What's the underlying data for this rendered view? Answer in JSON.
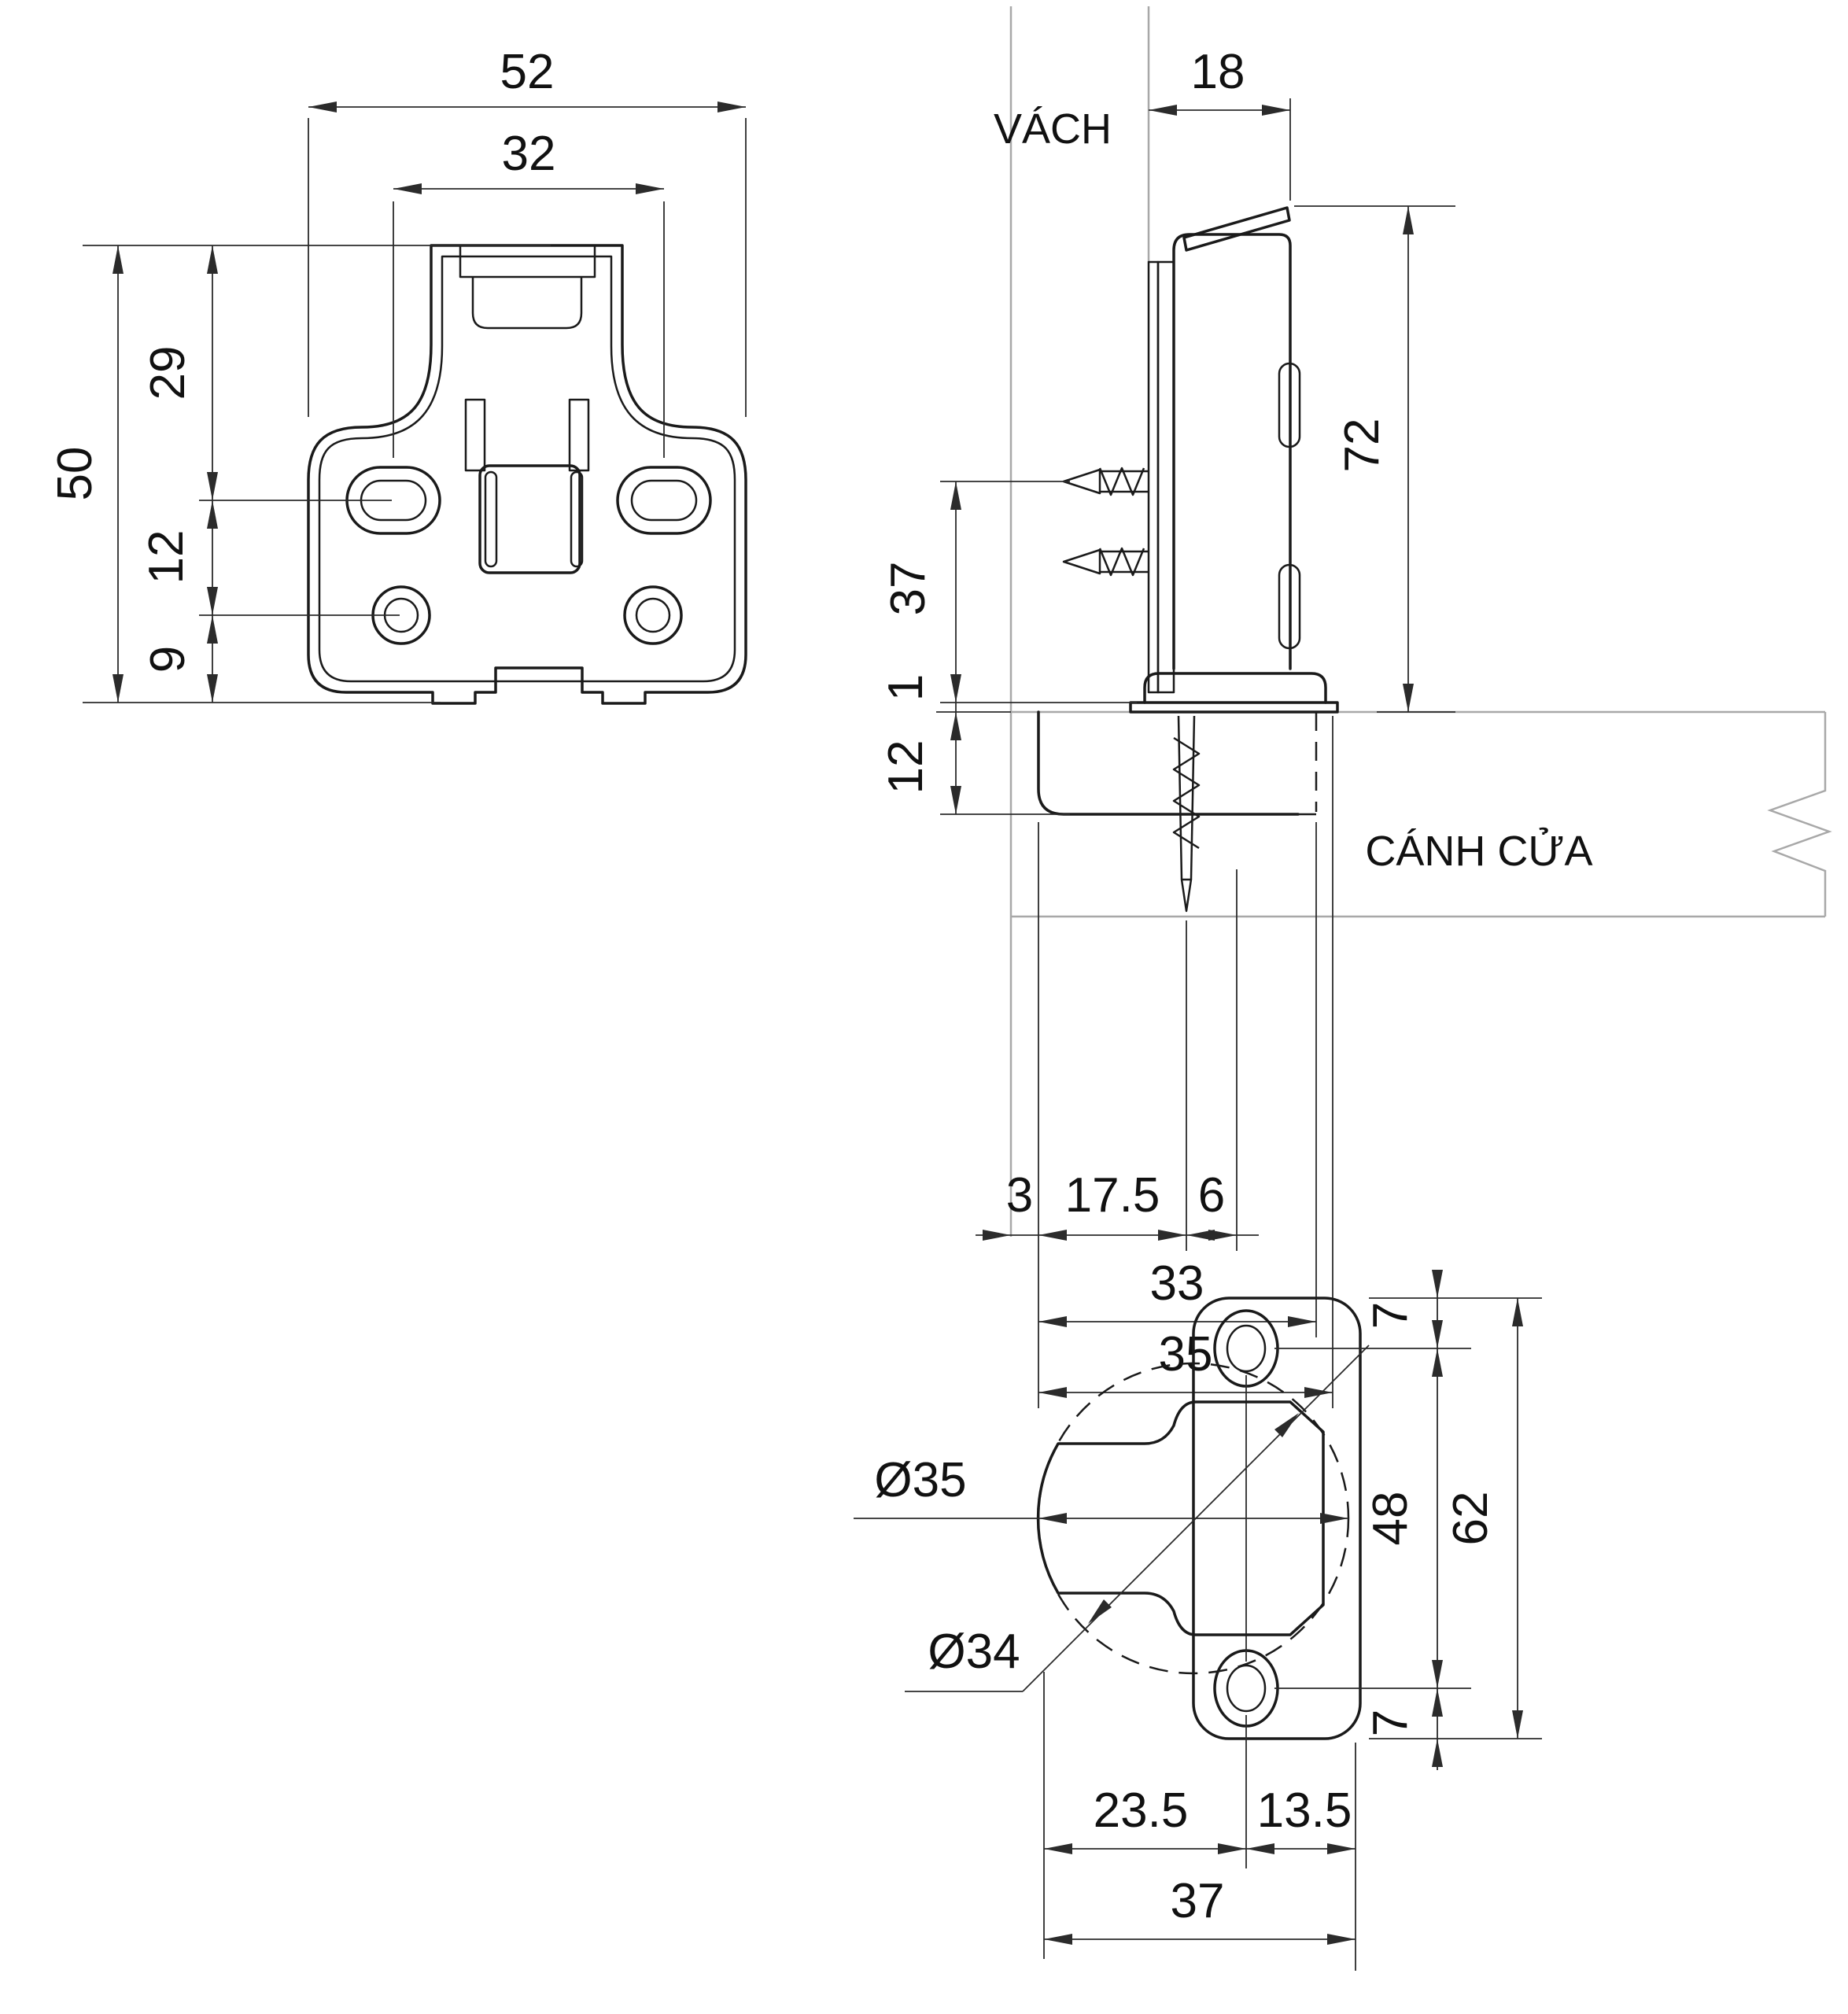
{
  "title": "Hinge technical drawing",
  "colors": {
    "ink": "#1a1a1a",
    "dim_line": "#2b2b2b",
    "context_gray": "#a8a8a8",
    "background": "#ffffff"
  },
  "front_view": {
    "outer_width": "52",
    "slot_spacing": "32",
    "total_height": "50",
    "top_to_slot": "29",
    "slot_to_hole": "12",
    "hole_to_bottom": "9"
  },
  "side_view": {
    "wall_label": "VÁCH",
    "door_label": "CÁNH CỬA",
    "arm_depth": "18",
    "total_height": "72",
    "screw_to_bracket_bottom": "37",
    "gap": "1",
    "cup_depth": "12",
    "wall_to_cup": "3",
    "cup_to_screw": "17.5",
    "screw_offset": "6",
    "cup_width": "33",
    "flange_width": "35"
  },
  "bottom_view": {
    "drill_diameter": "Ø35",
    "cup_diameter": "Ø34",
    "top_hole_inset": "7",
    "hole_spacing": "48",
    "plate_height": "62",
    "bottom_hole_inset": "7",
    "left_to_screw": "23.5",
    "screw_to_right": "13.5",
    "plate_width": "37"
  }
}
